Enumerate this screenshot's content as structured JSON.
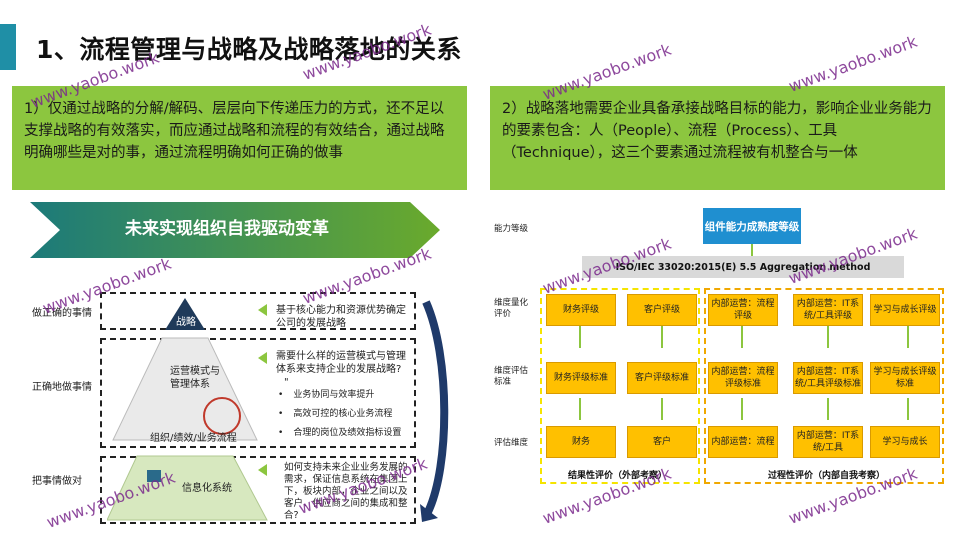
{
  "title": "1、流程管理与战略及战略落地的关系",
  "left_box": "1）仅通过战略的分解/解码、层层向下传递压力的方式，还不足以支撑战略的有效落实，而应通过战略和流程的有效结合，通过战略明确哪些是对的事，通过流程明确如何正确的做事",
  "right_box": "2）战略落地需要企业具备承接战略目标的能力，影响企业业务能力的要素包含：人（People）、流程（Process）、工具（Technique），这三个要素通过流程被有机整合与一体",
  "left_figure": {
    "banner": "未来实现组织自我驱动变革",
    "rows": [
      "做正确的事情",
      "正确地做事情",
      "把事情做对"
    ],
    "pyramid_top": "战略",
    "pyramid_mid": "运营模式与管理体系",
    "pyramid_mid_sub": "组织/绩效/业务流程",
    "pyramid_bottom": "信息化系统",
    "desc_top": "基于核心能力和资源优势确定公司的发展战略",
    "desc_mid": "需要什么样的运营模式与管理体系来支持企业的发展战略?",
    "desc_mid_quote": "\"",
    "bullets": [
      "业务协同与效率提升",
      "高效可控的核心业务流程",
      "合理的岗位及绩效指标设置"
    ],
    "desc_bottom": "如何支持未来企业业务发展的需求，保证信息系统在集团上下，板块内部，企业之间以及客户、供应商之间的集成和整合?"
  },
  "right_figure": {
    "side_labels": [
      "能力等级",
      "维度量化评价",
      "维度评估标准",
      "评估维度"
    ],
    "top_box": "组件能力成熟度等级",
    "iso": "ISO/IEC 33020:2015(E) 5.5 Aggregation method",
    "row1": [
      "财务评级",
      "客户评级",
      "内部运营：流程评级",
      "内部运营：IT系统/工具评级",
      "学习与成长评级"
    ],
    "row2": [
      "财务评级标准",
      "客户评级标准",
      "内部运营：流程评级标准",
      "内部运营：IT系统/工具评级标准",
      "学习与成长评级标准"
    ],
    "row3": [
      "财务",
      "客户",
      "内部运营：流程",
      "内部运营：IT系统/工具",
      "学习与成长"
    ],
    "caption_left": "结果性评价（外部考察）",
    "caption_right": "过程性评价（内部自我考察）"
  },
  "watermark": "www.yaobo.work",
  "colors": {
    "accent": "#1f8fa6",
    "green": "#8cc63f",
    "blue": "#1f8fd0",
    "orange": "#ffc000",
    "watermark": "#7b2a8c"
  }
}
